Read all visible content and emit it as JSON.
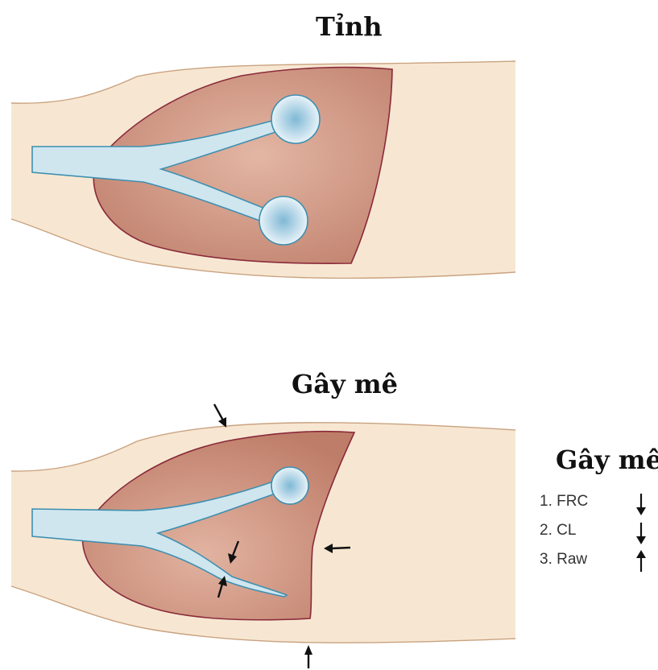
{
  "titles": {
    "awake": "Tỉnh",
    "anesthesia": "Gây mê",
    "legend": "Gây mê"
  },
  "legend": {
    "items": [
      {
        "number": "1.",
        "label": "FRC",
        "direction": "down"
      },
      {
        "number": "2.",
        "label": "CL",
        "direction": "down"
      },
      {
        "number": "3.",
        "label": "Raw",
        "direction": "up"
      }
    ]
  },
  "colors": {
    "chest_wall": "#f7e7d2",
    "chest_wall_outline": "#c9a27f",
    "lung_fill": "#c98f7a",
    "lung_outline": "#8a2a3a",
    "airway_fill": "#cfe6ef",
    "airway_outline": "#3f8fb0",
    "arrow": "#111111"
  }
}
